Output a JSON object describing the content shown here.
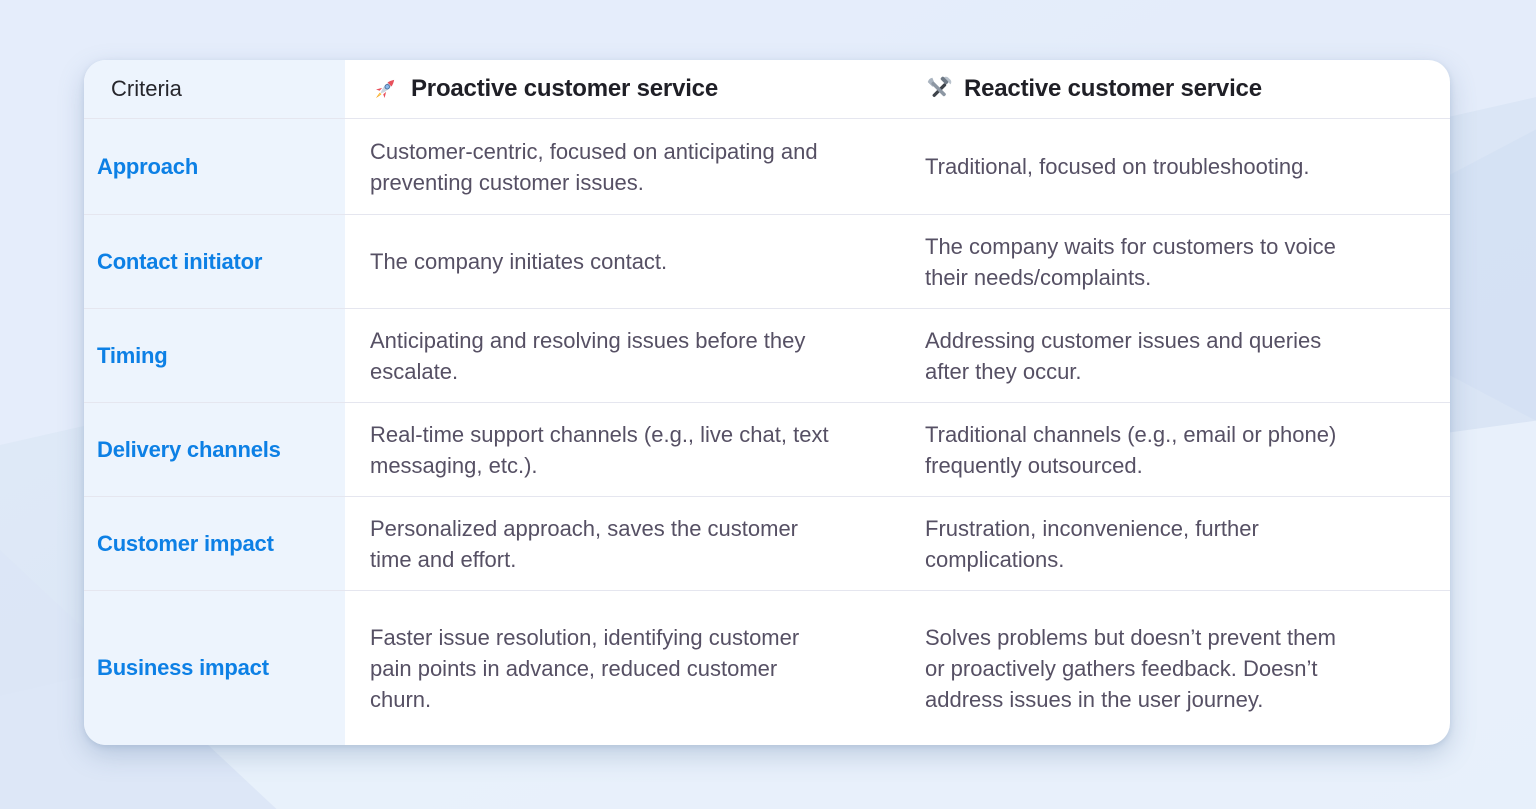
{
  "table": {
    "header": {
      "criteria_label": "Criteria",
      "proactive": {
        "icon": "rocket-icon",
        "label": "Proactive customer service"
      },
      "reactive": {
        "icon": "hammer-wrench-icon",
        "label": "Reactive customer service"
      }
    },
    "rows": [
      {
        "criterion": "Approach",
        "proactive": "Customer-centric, focused on anticipating and preventing customer issues.",
        "reactive": "Traditional, focused on troubleshooting."
      },
      {
        "criterion": "Contact initiator",
        "proactive": "The company initiates contact.",
        "reactive": "The company waits for customers to voice their needs/complaints."
      },
      {
        "criterion": "Timing",
        "proactive": "Anticipating and resolving issues before they escalate.",
        "reactive": "Addressing customer issues and queries after they occur."
      },
      {
        "criterion": "Delivery channels",
        "proactive": "Real-time support channels (e.g., live chat, text messaging, etc.).",
        "reactive": "Traditional channels (e.g., email or phone) frequently outsourced."
      },
      {
        "criterion": "Customer impact",
        "proactive": "Personalized approach, saves the customer time and effort.",
        "reactive": "Frustration, inconvenience, further complications."
      },
      {
        "criterion": "Business impact",
        "proactive": "Faster issue resolution, identifying customer pain points in advance, reduced customer churn.",
        "reactive": "Solves problems but doesn’t prevent them or proactively gathers feedback. Doesn’t address issues in the user journey."
      }
    ],
    "colors": {
      "accent_blue": "#0d80e5",
      "body_text": "#565064",
      "header_text": "#1f1f26",
      "criteria_column_bg": "#edf4fd",
      "row_divider": "#e5e6ef",
      "card_bg": "#ffffff",
      "page_bg": "#dce7f6"
    }
  }
}
